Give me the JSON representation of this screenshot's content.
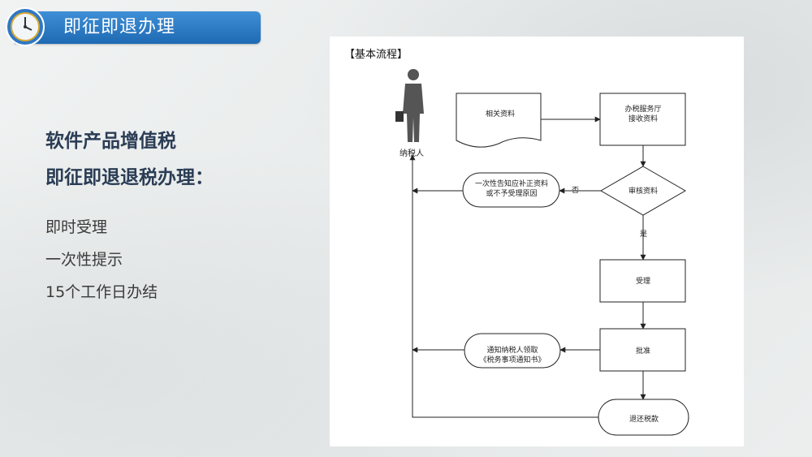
{
  "header": {
    "title": "即征即退办理"
  },
  "left": {
    "heading_line1": "软件产品增值税",
    "heading_line2": "即征即退退税办理：",
    "items": [
      "即时受理",
      "一次性提示",
      "15个工作日办结"
    ]
  },
  "diagram": {
    "title": "【基本流程】",
    "person": "纳税人",
    "document": "相关资料",
    "hall": [
      "办税服务厅",
      "接收资料"
    ],
    "review": "审核资料",
    "notice_supplement": [
      "一次性告知应补正资料",
      "或不予受理原因"
    ],
    "no": "否",
    "yes": "是",
    "accept": "受理",
    "notice_pickup": [
      "通知纳税人领取",
      "《税务事项通知书》"
    ],
    "approve": "批准",
    "refund": "退还税款"
  }
}
